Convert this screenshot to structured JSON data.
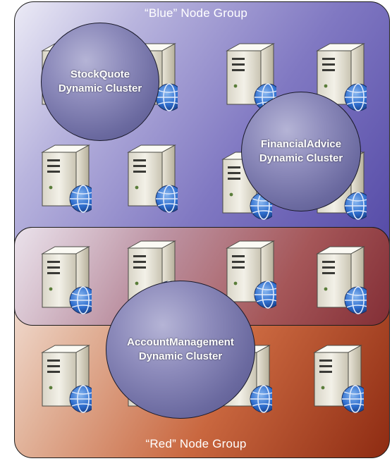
{
  "node_groups": {
    "blue": {
      "label": "“Blue” Node Group",
      "color": "#5a4fb0"
    },
    "red": {
      "label": "“Red” Node Group",
      "color": "#b8532d"
    }
  },
  "clusters": [
    {
      "name": "StockQuote",
      "line2": "Dynamic Cluster"
    },
    {
      "name": "FinancialAdvice",
      "line2": "Dynamic Cluster"
    },
    {
      "name": "AccountManagement",
      "line2": "Dynamic Cluster"
    }
  ],
  "server_icon": "server-tower-with-globe-icon"
}
